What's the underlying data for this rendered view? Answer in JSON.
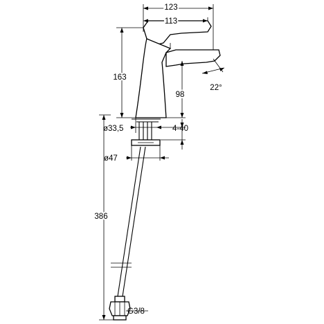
{
  "dimensions": {
    "overall_length": "123",
    "lever_length": "113",
    "spout_angle": "22°",
    "total_height": "163",
    "spout_height": "98",
    "body_diameter": "ø33,5",
    "deck_thickness": "4-40",
    "plate_diameter": "ø47",
    "hose_length": "386",
    "connection_thread": "G3/8"
  }
}
